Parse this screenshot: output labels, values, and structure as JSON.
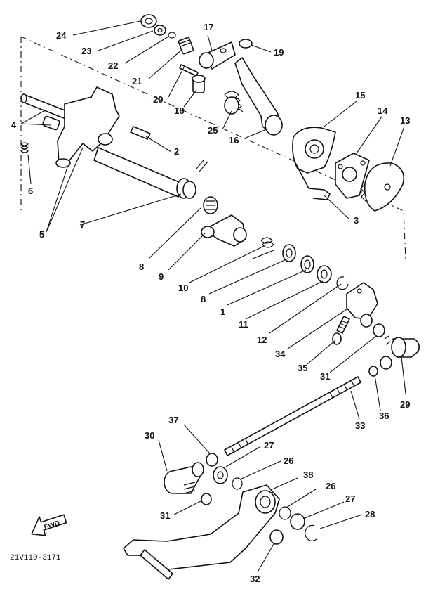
{
  "callouts": [
    {
      "id": "p24",
      "text": "24"
    },
    {
      "id": "p23",
      "text": "23"
    },
    {
      "id": "p22",
      "text": "22"
    },
    {
      "id": "p21",
      "text": "21"
    },
    {
      "id": "p20",
      "text": "20"
    },
    {
      "id": "p18",
      "text": "18"
    },
    {
      "id": "p17",
      "text": "17"
    },
    {
      "id": "p19",
      "text": "19"
    },
    {
      "id": "p25",
      "text": "25"
    },
    {
      "id": "p16",
      "text": "16"
    },
    {
      "id": "p15",
      "text": "15"
    },
    {
      "id": "p14",
      "text": "14"
    },
    {
      "id": "p13",
      "text": "13"
    },
    {
      "id": "p4",
      "text": "4"
    },
    {
      "id": "p6",
      "text": "6"
    },
    {
      "id": "p5",
      "text": "5"
    },
    {
      "id": "p7",
      "text": "7"
    },
    {
      "id": "p2",
      "text": "2"
    },
    {
      "id": "p3",
      "text": "3"
    },
    {
      "id": "p8a",
      "text": "8"
    },
    {
      "id": "p9",
      "text": "9"
    },
    {
      "id": "p10",
      "text": "10"
    },
    {
      "id": "p8b",
      "text": "8"
    },
    {
      "id": "p1",
      "text": "1"
    },
    {
      "id": "p11",
      "text": "11"
    },
    {
      "id": "p12",
      "text": "12"
    },
    {
      "id": "p34",
      "text": "34"
    },
    {
      "id": "p35",
      "text": "35"
    },
    {
      "id": "p31a",
      "text": "31"
    },
    {
      "id": "p29",
      "text": "29"
    },
    {
      "id": "p36",
      "text": "36"
    },
    {
      "id": "p33",
      "text": "33"
    },
    {
      "id": "p37",
      "text": "37"
    },
    {
      "id": "p30",
      "text": "30"
    },
    {
      "id": "p27a",
      "text": "27"
    },
    {
      "id": "p26a",
      "text": "26"
    },
    {
      "id": "p38",
      "text": "38"
    },
    {
      "id": "p26b",
      "text": "26"
    },
    {
      "id": "p27b",
      "text": "27"
    },
    {
      "id": "p28",
      "text": "28"
    },
    {
      "id": "p31b",
      "text": "31"
    },
    {
      "id": "p32",
      "text": "32"
    }
  ],
  "fwd_label": "FWD",
  "diagram_code": "21V110-3171"
}
